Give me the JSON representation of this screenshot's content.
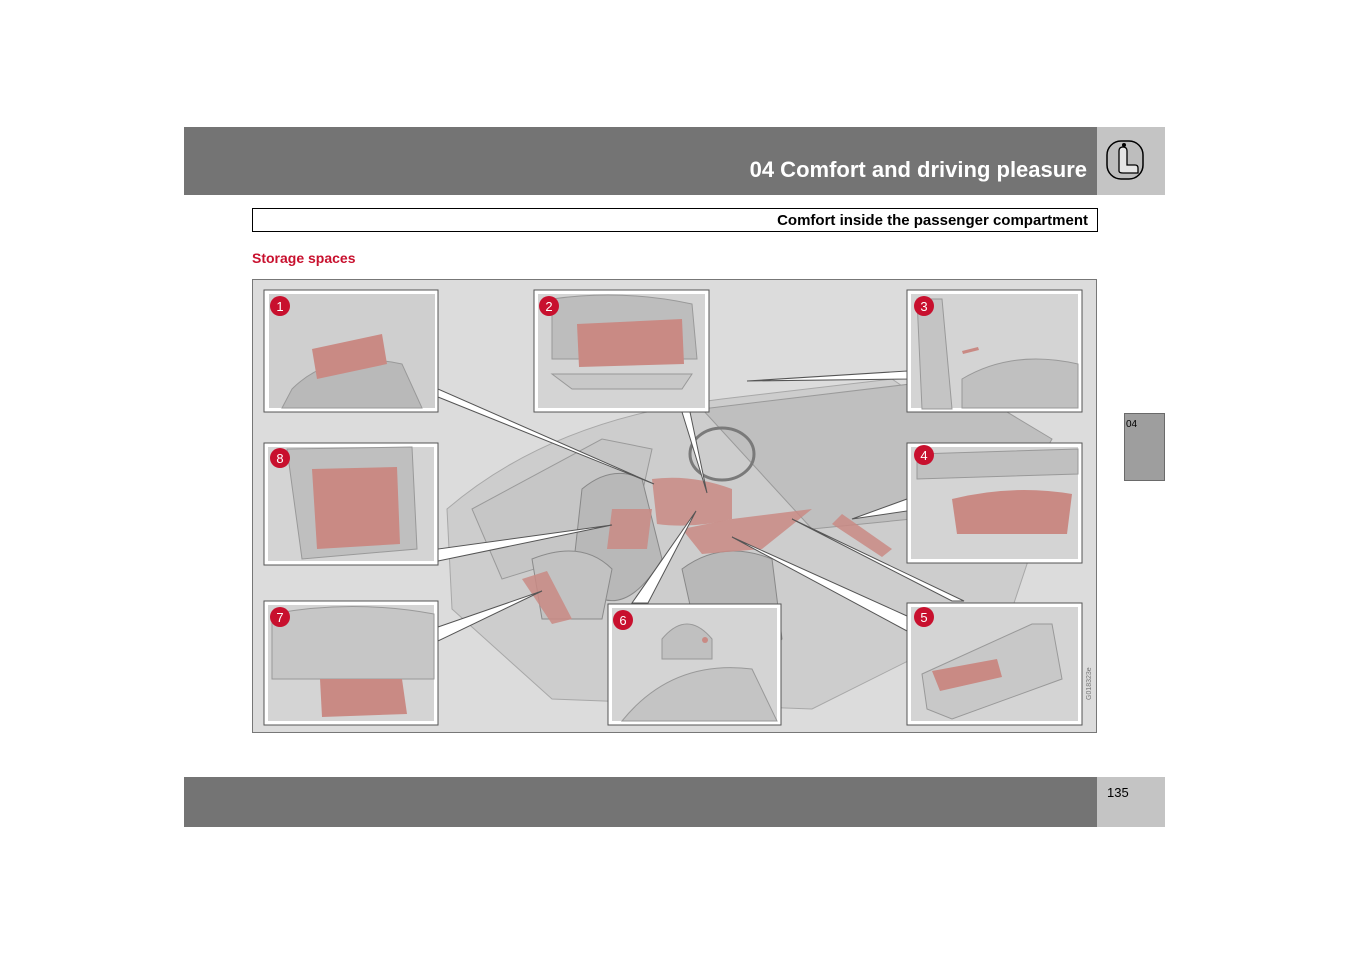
{
  "header": {
    "chapter_title": "04 Comfort and driving pleasure",
    "icon": "seat-icon"
  },
  "subheader": {
    "title": "Comfort inside the passenger compartment"
  },
  "section": {
    "title": "Storage spaces"
  },
  "side_tab": {
    "label": "04"
  },
  "footer": {
    "page_number": "135"
  },
  "figure": {
    "image_code": "G018323e",
    "callouts": [
      "1",
      "2",
      "3",
      "4",
      "5",
      "6",
      "7",
      "8"
    ],
    "colors": {
      "callout": "#c8102e",
      "highlight": "#c98a84",
      "panel_bg": "#dcdcdc",
      "inset_bg": "#d4d4d4"
    }
  }
}
